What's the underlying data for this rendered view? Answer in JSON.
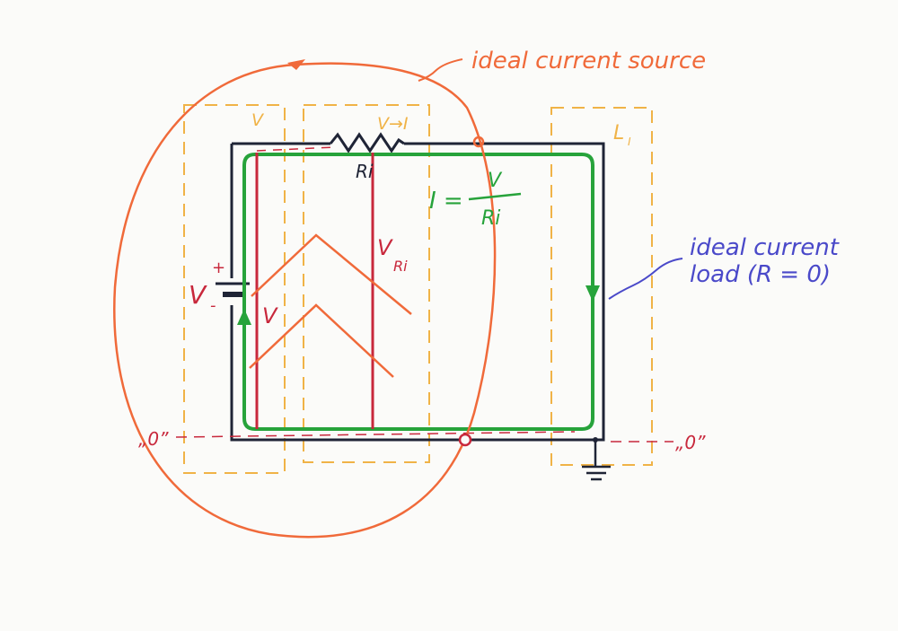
{
  "labels": {
    "title": "ideal current source",
    "block_v": "V",
    "block_vi": "V→I",
    "block_li": "L",
    "block_li_sub": "I",
    "resistor": "Ri",
    "formula_lhs": "I =",
    "formula_num": "V",
    "formula_den": "Ri",
    "battery_v": "V",
    "plus": "+",
    "minus": "-",
    "v_arrow": "V",
    "v_ri": "V",
    "v_ri_sub": "Ri",
    "zero_left": "„0”",
    "zero_right": "„0”",
    "load_line1": "ideal current",
    "load_line2": "load (R = 0)"
  },
  "colors": {
    "orange": "#f06a3a",
    "red": "#c8283c",
    "green": "#27a33b",
    "blue": "#4a49c9",
    "yellow": "#f0b347",
    "black": "#1f2436"
  }
}
